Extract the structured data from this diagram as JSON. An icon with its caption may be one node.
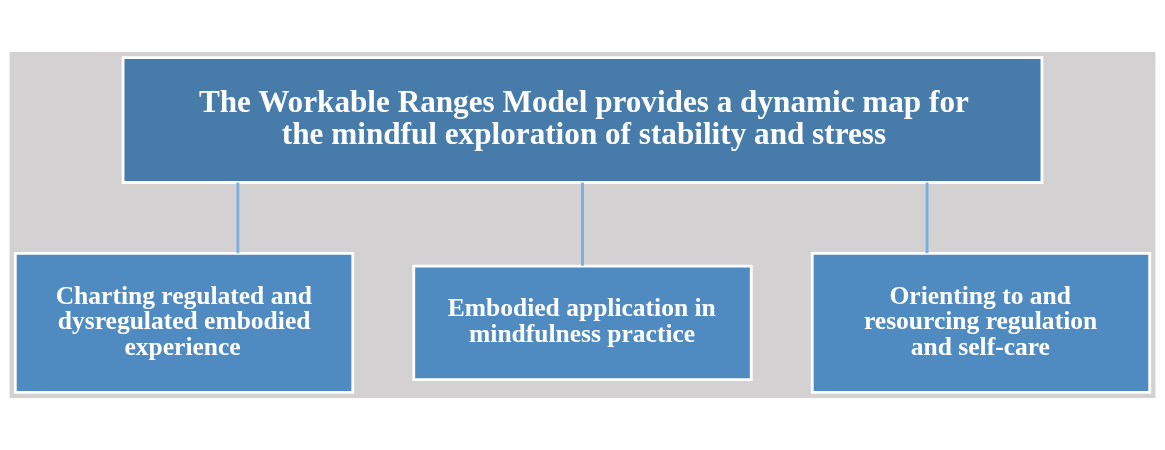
{
  "diagram": {
    "nodes": [
      {
        "text": [
          "The Workable Ranges Model provides a dynamic map for the mindful exploration of stability and stress"
        ]
      },
      {
        "text": [
          "Charting regulated and dysregulated embodied experience"
        ]
      },
      {
        "text": [
          "Embodied application in mindfulness practice"
        ]
      },
      {
        "text": [
          "Orienting to and resourcing regulation and self-care"
        ]
      }
    ],
    "edges": [
      {
        "from": 0,
        "to": 1,
        "arrow": "none"
      },
      {
        "from": 0,
        "to": 2,
        "arrow": "none"
      },
      {
        "from": 0,
        "to": 3,
        "arrow": "none"
      }
    ]
  }
}
